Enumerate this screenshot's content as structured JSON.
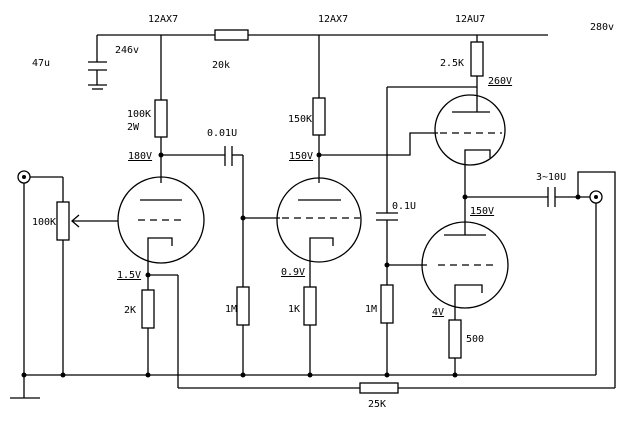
{
  "labels": {
    "tube1": "12AX7",
    "tube2": "12AX7",
    "tube3": "12AU7",
    "supply": "280v",
    "cap_filter": "47u",
    "b_plus_1": "246v",
    "r_dropper": "20k",
    "r_plate1_a": "100K",
    "r_plate1_b": "2W",
    "c_couple1": "0.01U",
    "r_plate2": "150K",
    "r_plate3": "2.5K",
    "v_plate3": "260V",
    "v_plate1": "180V",
    "v_plate2": "150V",
    "pot": "100K",
    "c_couple2": "0.1U",
    "c_out": "3~10U",
    "v_cathode3b": "150V",
    "v_cathode1": "1.5V",
    "v_cathode2": "0.9V",
    "r_cathode1": "2K",
    "r_grid2": "1M",
    "r_cathode2": "1K",
    "r_grid3": "1M",
    "v_cathode3": "4V",
    "r_cathode3": "500",
    "r_feedback": "25K"
  }
}
